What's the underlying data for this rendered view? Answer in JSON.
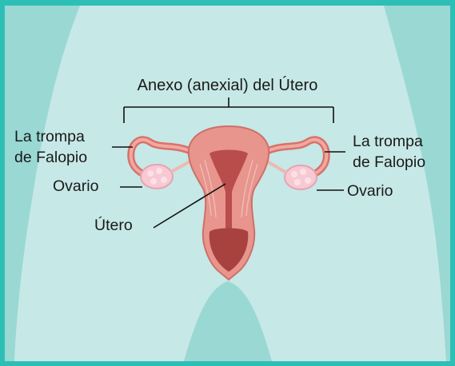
{
  "colors": {
    "frame": "#2dbfb5",
    "background": "#9ad8d4",
    "body_silhouette": "#c6e8e6",
    "uterus": "#e7958d",
    "ovary": "#f7c9d3",
    "lines": "#111111"
  },
  "labels": {
    "adnexa": "Anexo (anexial) del Útero",
    "fallopian_left_line1": "La trompa",
    "fallopian_left_line2": "de Falopio",
    "fallopian_right_line1": "La trompa",
    "fallopian_right_line2": "de Falopio",
    "ovary_left": "Ovario",
    "ovary_right": "Ovario",
    "uterus": "Útero"
  }
}
